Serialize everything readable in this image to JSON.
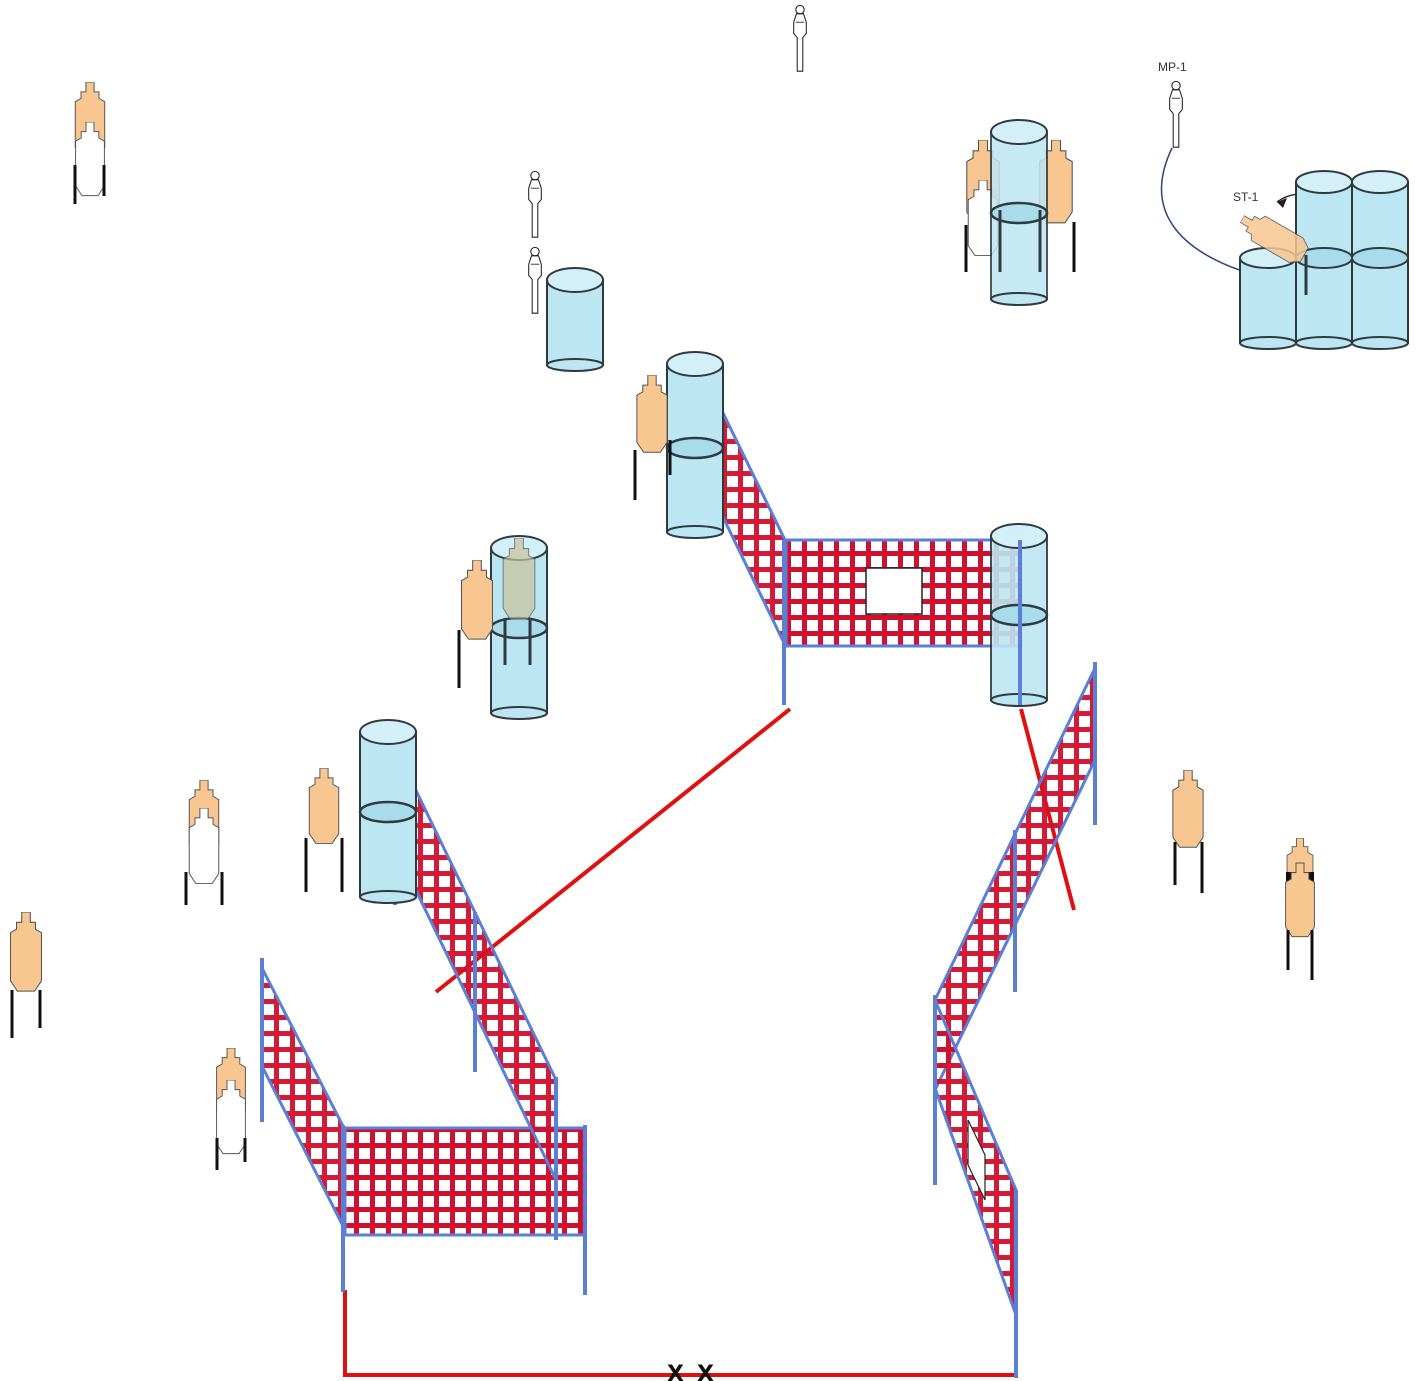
{
  "labels": {
    "mp1": "MP-1",
    "st1": "ST-1",
    "start_x1": "X",
    "start_x2": "X"
  },
  "colors": {
    "tan_target": "#F8C690",
    "no_shoot": "#FFFFFF",
    "barrel_fill": "#BDE6F3",
    "barrel_stroke": "#2F3A40",
    "wall_mesh": "#D0102C",
    "wall_post": "#5B7FD6",
    "fault_line": "#E01010",
    "target_stand": "#111111",
    "mover_cable": "#2C4480"
  },
  "icons": {
    "paper_target": "tan-cardboard-target-icon",
    "no_shoot_target": "white-no-shoot-target-icon",
    "steel_popper": "steel-popper-icon",
    "barrel": "barrel-icon",
    "fault_line": "fault-line",
    "start_position": "start-position-mark"
  }
}
